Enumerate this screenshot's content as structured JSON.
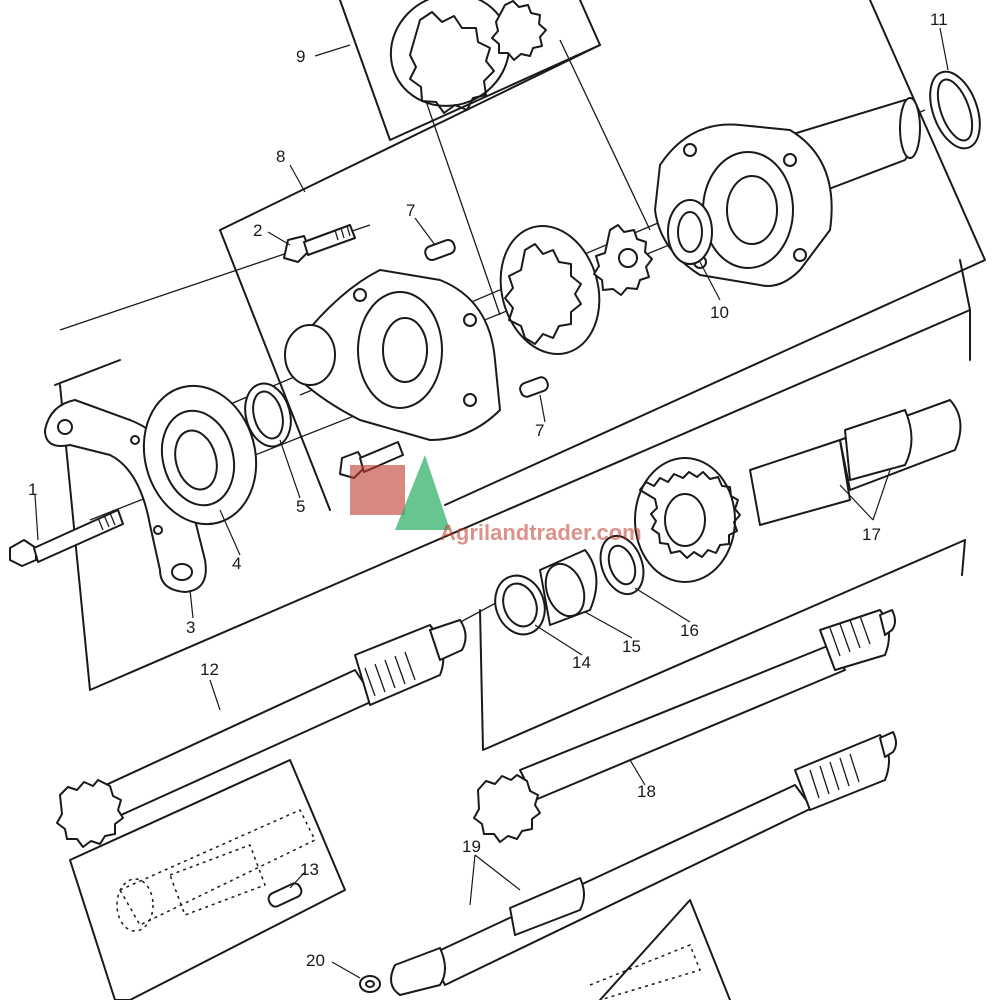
{
  "watermark": {
    "text": "Agrilandtrader.com",
    "color_red": "#c0392b",
    "color_green": "#27ae60"
  },
  "callouts": [
    "1",
    "2",
    "3",
    "4",
    "5",
    "7",
    "7",
    "8",
    "9",
    "10",
    "11",
    "12",
    "13",
    "14",
    "15",
    "16",
    "17",
    "18",
    "19",
    "20"
  ]
}
